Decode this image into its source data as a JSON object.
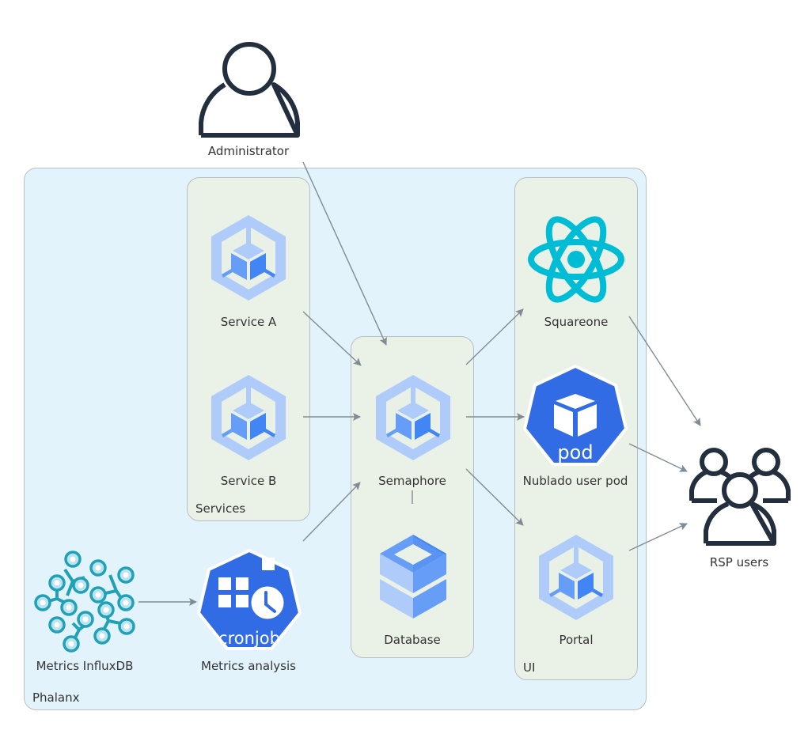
{
  "groups": {
    "phalanx": "Phalanx",
    "services": "Services",
    "semaphore_group": "",
    "ui": "UI"
  },
  "nodes": {
    "administrator": "Administrator",
    "service_a": "Service A",
    "service_b": "Service B",
    "semaphore": "Semaphore",
    "database": "Database",
    "squareone": "Squareone",
    "nublado_user_pod": "Nublado user pod",
    "portal": "Portal",
    "metrics_influxdb": "Metrics InfluxDB",
    "metrics_analysis": "Metrics analysis",
    "rsp_users": "RSP users"
  },
  "icon_text": {
    "pod": "pod",
    "cronjob": "cronjob"
  },
  "edges": [
    {
      "from": "Administrator",
      "to": "Semaphore"
    },
    {
      "from": "Service A",
      "to": "Semaphore"
    },
    {
      "from": "Service B",
      "to": "Semaphore"
    },
    {
      "from": "Metrics analysis",
      "to": "Semaphore"
    },
    {
      "from": "Metrics InfluxDB",
      "to": "Metrics analysis"
    },
    {
      "from": "Semaphore",
      "to": "Squareone"
    },
    {
      "from": "Semaphore",
      "to": "Nublado user pod"
    },
    {
      "from": "Semaphore",
      "to": "Portal"
    },
    {
      "from": "Semaphore",
      "to": "Database",
      "arrow": false
    },
    {
      "from": "Squareone",
      "to": "RSP users"
    },
    {
      "from": "Nublado user pod",
      "to": "RSP users"
    },
    {
      "from": "Portal",
      "to": "RSP users"
    }
  ],
  "colors": {
    "edge": "#7f8c97",
    "outline_dark": "#232f3e",
    "k8s_light": "#aecbfa",
    "k8s_mid": "#669df6",
    "k8s_dark": "#4285f4",
    "k8s_blue": "#326ce5",
    "react": "#00bcd4",
    "influx": "#1fa1b8"
  }
}
